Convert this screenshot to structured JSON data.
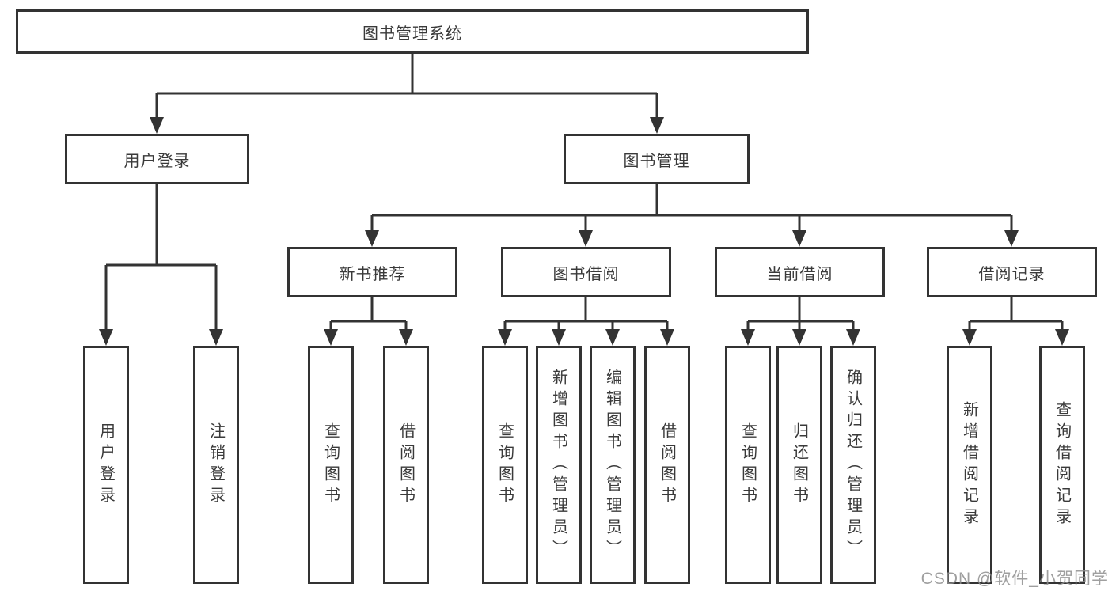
{
  "diagram": {
    "title": "图书管理系统",
    "level2": [
      {
        "label": "用户登录"
      },
      {
        "label": "图书管理"
      }
    ],
    "level3": [
      {
        "label": "新书推荐"
      },
      {
        "label": "图书借阅"
      },
      {
        "label": "当前借阅"
      },
      {
        "label": "借阅记录"
      }
    ],
    "leaves": [
      {
        "label": "用户登录",
        "parent": "用户登录"
      },
      {
        "label": "注销登录",
        "parent": "用户登录"
      },
      {
        "label": "查询图书",
        "parent": "新书推荐"
      },
      {
        "label": "借阅图书",
        "parent": "新书推荐"
      },
      {
        "label": "查询图书",
        "parent": "图书借阅"
      },
      {
        "label": "新增图书（管理员）",
        "parent": "图书借阅"
      },
      {
        "label": "编辑图书（管理员）",
        "parent": "图书借阅"
      },
      {
        "label": "借阅图书",
        "parent": "图书借阅"
      },
      {
        "label": "查询图书",
        "parent": "当前借阅"
      },
      {
        "label": "归还图书",
        "parent": "当前借阅"
      },
      {
        "label": "确认归还（管理员）",
        "parent": "当前借阅"
      },
      {
        "label": "新增借阅记录",
        "parent": "借阅记录"
      },
      {
        "label": "查询借阅记录",
        "parent": "借阅记录"
      }
    ],
    "watermark": "CSDN @软件_小贺同学",
    "colors": {
      "line": "#333333",
      "text": "#3a3a3a",
      "box_fill": "#ffffff",
      "watermark": "#8e8e8e"
    }
  }
}
